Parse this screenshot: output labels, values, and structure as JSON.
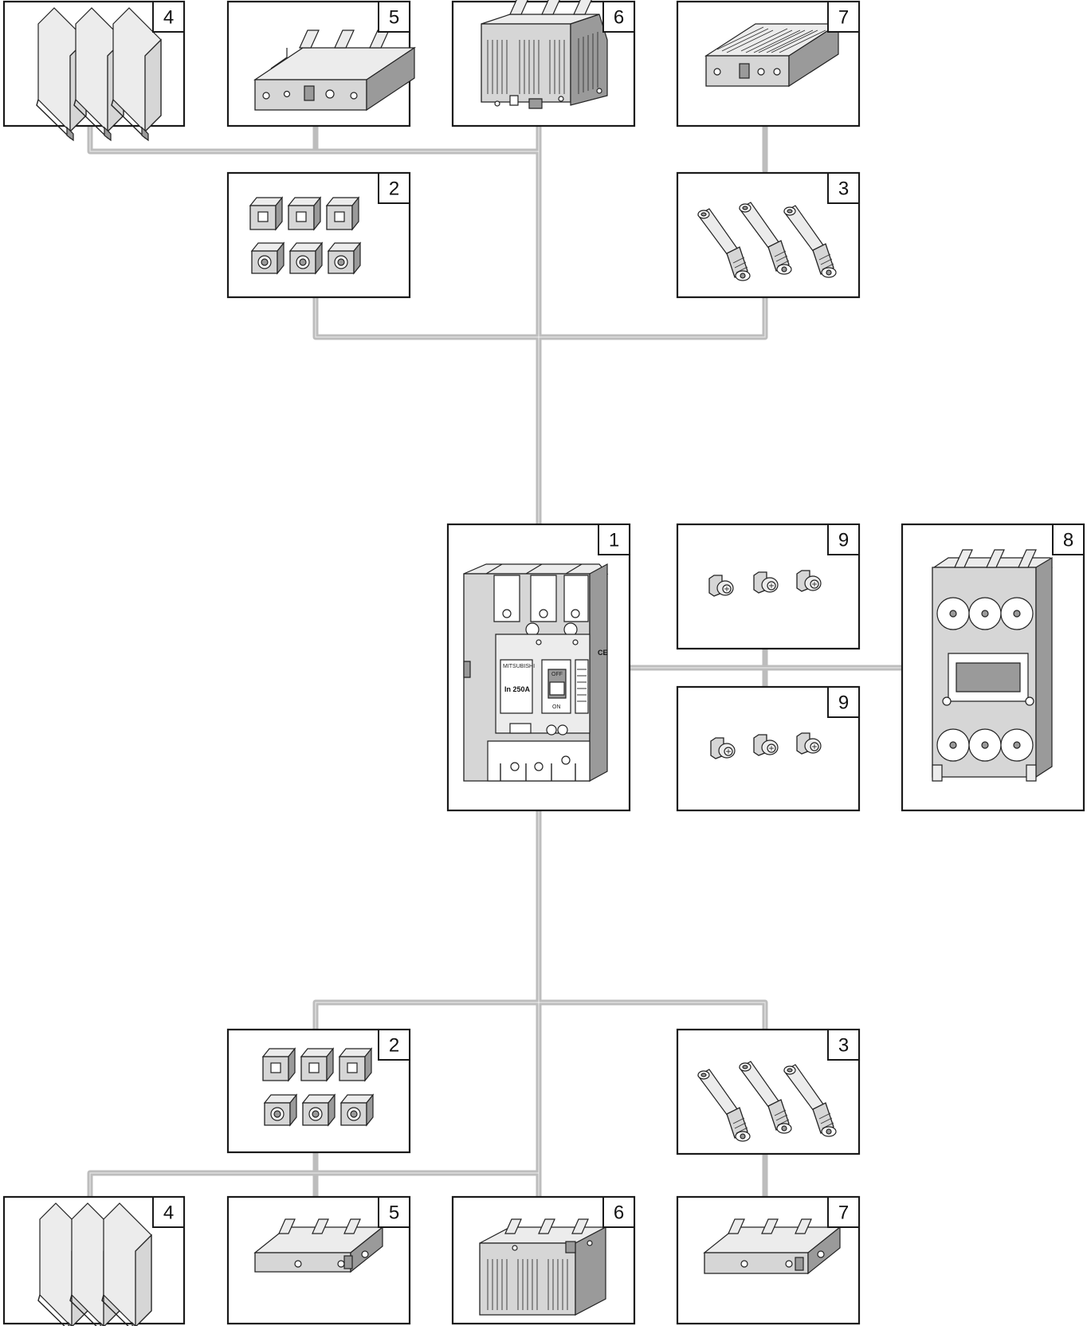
{
  "diagram": {
    "colors": {
      "background": "#ffffff",
      "connector": "#bdbdbd",
      "box_border": "#1a1a1a"
    },
    "boxes": [
      {
        "id": "top-4",
        "label": "4",
        "icon": "insulating-barriers-icon"
      },
      {
        "id": "top-5",
        "label": "5",
        "icon": "terminal-cover-short-icon"
      },
      {
        "id": "top-6",
        "label": "6",
        "icon": "terminal-cover-long-icon"
      },
      {
        "id": "top-7",
        "label": "7",
        "icon": "terminal-cover-ventilated-icon"
      },
      {
        "id": "top-2",
        "label": "2",
        "icon": "box-terminals-icon"
      },
      {
        "id": "top-3",
        "label": "3",
        "icon": "rear-connection-studs-icon"
      },
      {
        "id": "main-1",
        "label": "1",
        "icon": "circuit-breaker-icon"
      },
      {
        "id": "mid-9a",
        "label": "9",
        "icon": "plug-in-terminals-icon"
      },
      {
        "id": "mid-9b",
        "label": "9",
        "icon": "plug-in-terminals-icon"
      },
      {
        "id": "mid-8",
        "label": "8",
        "icon": "plug-in-base-icon"
      },
      {
        "id": "bot-2",
        "label": "2",
        "icon": "box-terminals-icon"
      },
      {
        "id": "bot-3",
        "label": "3",
        "icon": "rear-connection-studs-icon"
      },
      {
        "id": "bot-4",
        "label": "4",
        "icon": "insulating-barriers-icon"
      },
      {
        "id": "bot-5",
        "label": "5",
        "icon": "terminal-cover-short-icon"
      },
      {
        "id": "bot-6",
        "label": "6",
        "icon": "terminal-cover-long-icon"
      },
      {
        "id": "bot-7",
        "label": "7",
        "icon": "terminal-cover-flat-icon"
      }
    ],
    "breaker_markings": {
      "brand": "MITSUBISHI",
      "rating": "In 250A",
      "off_label": "OFF",
      "on_label": "ON",
      "ce_mark": "CE"
    }
  }
}
